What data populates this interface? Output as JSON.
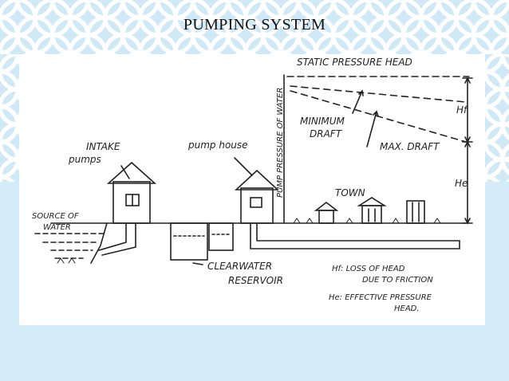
{
  "slide": {
    "title": "PUMPING SYSTEM",
    "colors": {
      "background": "#d3ecf8",
      "pattern": "#ffffff",
      "ink": "#222222"
    }
  },
  "diagram": {
    "labels": {
      "static_pressure_head": "STATIC PRESSURE HEAD",
      "pump_pressure_of_water": "PUMP PRESSURE OF WATER",
      "minimum_draft_line1": "MINIMUM",
      "minimum_draft_line2": "DRAFT",
      "max_draft": "MAX. DRAFT",
      "hf": "Hf",
      "he": "He",
      "intake_pumps_line1": "INTAKE",
      "intake_pumps_line2": "pumps",
      "pump_house": "pump house",
      "town": "TOWN",
      "source_of_water_line1": "SOURCE OF",
      "source_of_water_line2": "WATER",
      "clear_water_reservoir_line1": "CLEARWATER",
      "clear_water_reservoir_line2": "RESERVOIR",
      "legend_hf_line1": "Hf: LOSS OF HEAD",
      "legend_hf_line2": "DUE TO FRICTION",
      "legend_he_line1": "He: EFFECTIVE PRESSURE",
      "legend_he_line2": "HEAD."
    }
  }
}
